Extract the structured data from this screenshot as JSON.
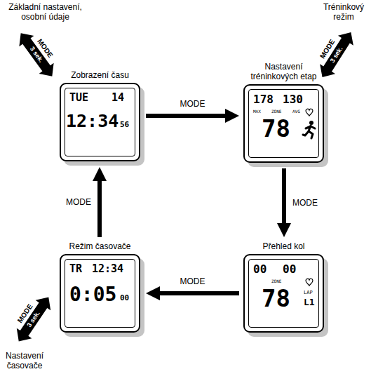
{
  "diagram": {
    "nodes": [
      {
        "text": [
          "Zobrazení času",
          "TUE",
          "14",
          "12:34",
          "56"
        ]
      },
      {
        "text": [
          "Nastavení tréninkových etap",
          "178",
          "130",
          "MAX",
          "ZONE",
          "AVG",
          "78"
        ]
      },
      {
        "text": [
          "Přehled kol",
          "00",
          "00",
          "ZONE",
          "78",
          "LAP",
          "L1"
        ]
      },
      {
        "text": [
          "Režim časovače",
          "TR",
          "12:34",
          "0:05",
          "00"
        ]
      }
    ],
    "edges": [
      {
        "from": 0,
        "to": 1,
        "label": "MODE",
        "arrow": "to"
      },
      {
        "from": 1,
        "to": 2,
        "label": "MODE",
        "arrow": "to"
      },
      {
        "from": 2,
        "to": 3,
        "label": "MODE",
        "arrow": "to"
      },
      {
        "from": 3,
        "to": 0,
        "label": "MODE",
        "arrow": "to"
      }
    ],
    "labels": [
      "Základní nastavení, osobní údaje",
      "MODE",
      "3 sek.",
      "Tréninkový režim",
      "MODE",
      "3 sek.",
      "MODE",
      "3 sek.",
      "Nastavení časovače"
    ]
  }
}
